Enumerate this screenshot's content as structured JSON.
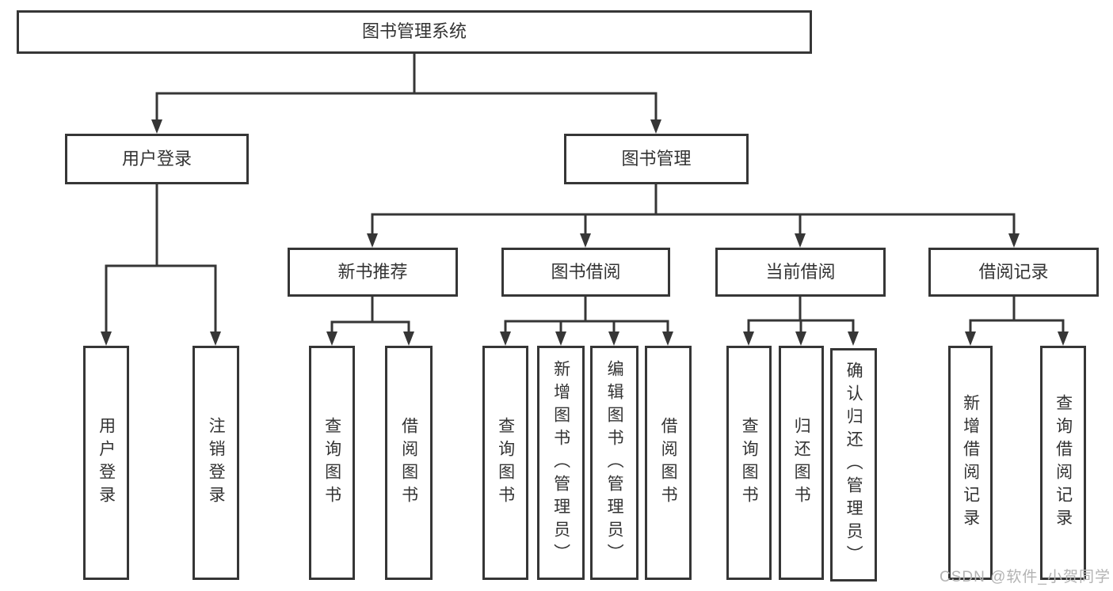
{
  "page": {
    "background": "#ffffff",
    "line_color": "#363636",
    "text_color": "#333333",
    "watermark_color": "#b3b3b3"
  },
  "watermark": {
    "text": "CSDN @软件_小贺同学"
  },
  "diagram": {
    "type": "tree",
    "title": "图书管理系统",
    "root": {
      "id": "library-management-system",
      "label": "图书管理系统"
    },
    "branches": [
      {
        "id": "user-login",
        "label": "用户登录",
        "children": [
          {
            "id": "user-login-action",
            "label": "用户登录"
          },
          {
            "id": "logout-action",
            "label": "注销登录"
          }
        ]
      },
      {
        "id": "book-management",
        "label": "图书管理",
        "children": [
          {
            "id": "new-book-recommendation",
            "label": "新书推荐",
            "children": [
              {
                "id": "recommend-query-books",
                "label": "查询图书"
              },
              {
                "id": "recommend-borrow-books",
                "label": "借阅图书"
              }
            ]
          },
          {
            "id": "book-borrowing",
            "label": "图书借阅",
            "children": [
              {
                "id": "borrow-query-books",
                "label": "查询图书"
              },
              {
                "id": "add-books-admin",
                "label": "新增图书（管理员）"
              },
              {
                "id": "edit-books-admin",
                "label": "编辑图书（管理员）"
              },
              {
                "id": "borrow-books",
                "label": "借阅图书"
              }
            ]
          },
          {
            "id": "current-borrowing",
            "label": "当前借阅",
            "children": [
              {
                "id": "current-query-books",
                "label": "查询图书"
              },
              {
                "id": "return-books",
                "label": "归还图书"
              },
              {
                "id": "confirm-return-admin",
                "label": "确认归还（管理员）"
              }
            ]
          },
          {
            "id": "borrowing-records",
            "label": "借阅记录",
            "children": [
              {
                "id": "add-borrow-record",
                "label": "新增借阅记录"
              },
              {
                "id": "query-borrow-record",
                "label": "查询借阅记录"
              }
            ]
          }
        ]
      }
    ]
  }
}
